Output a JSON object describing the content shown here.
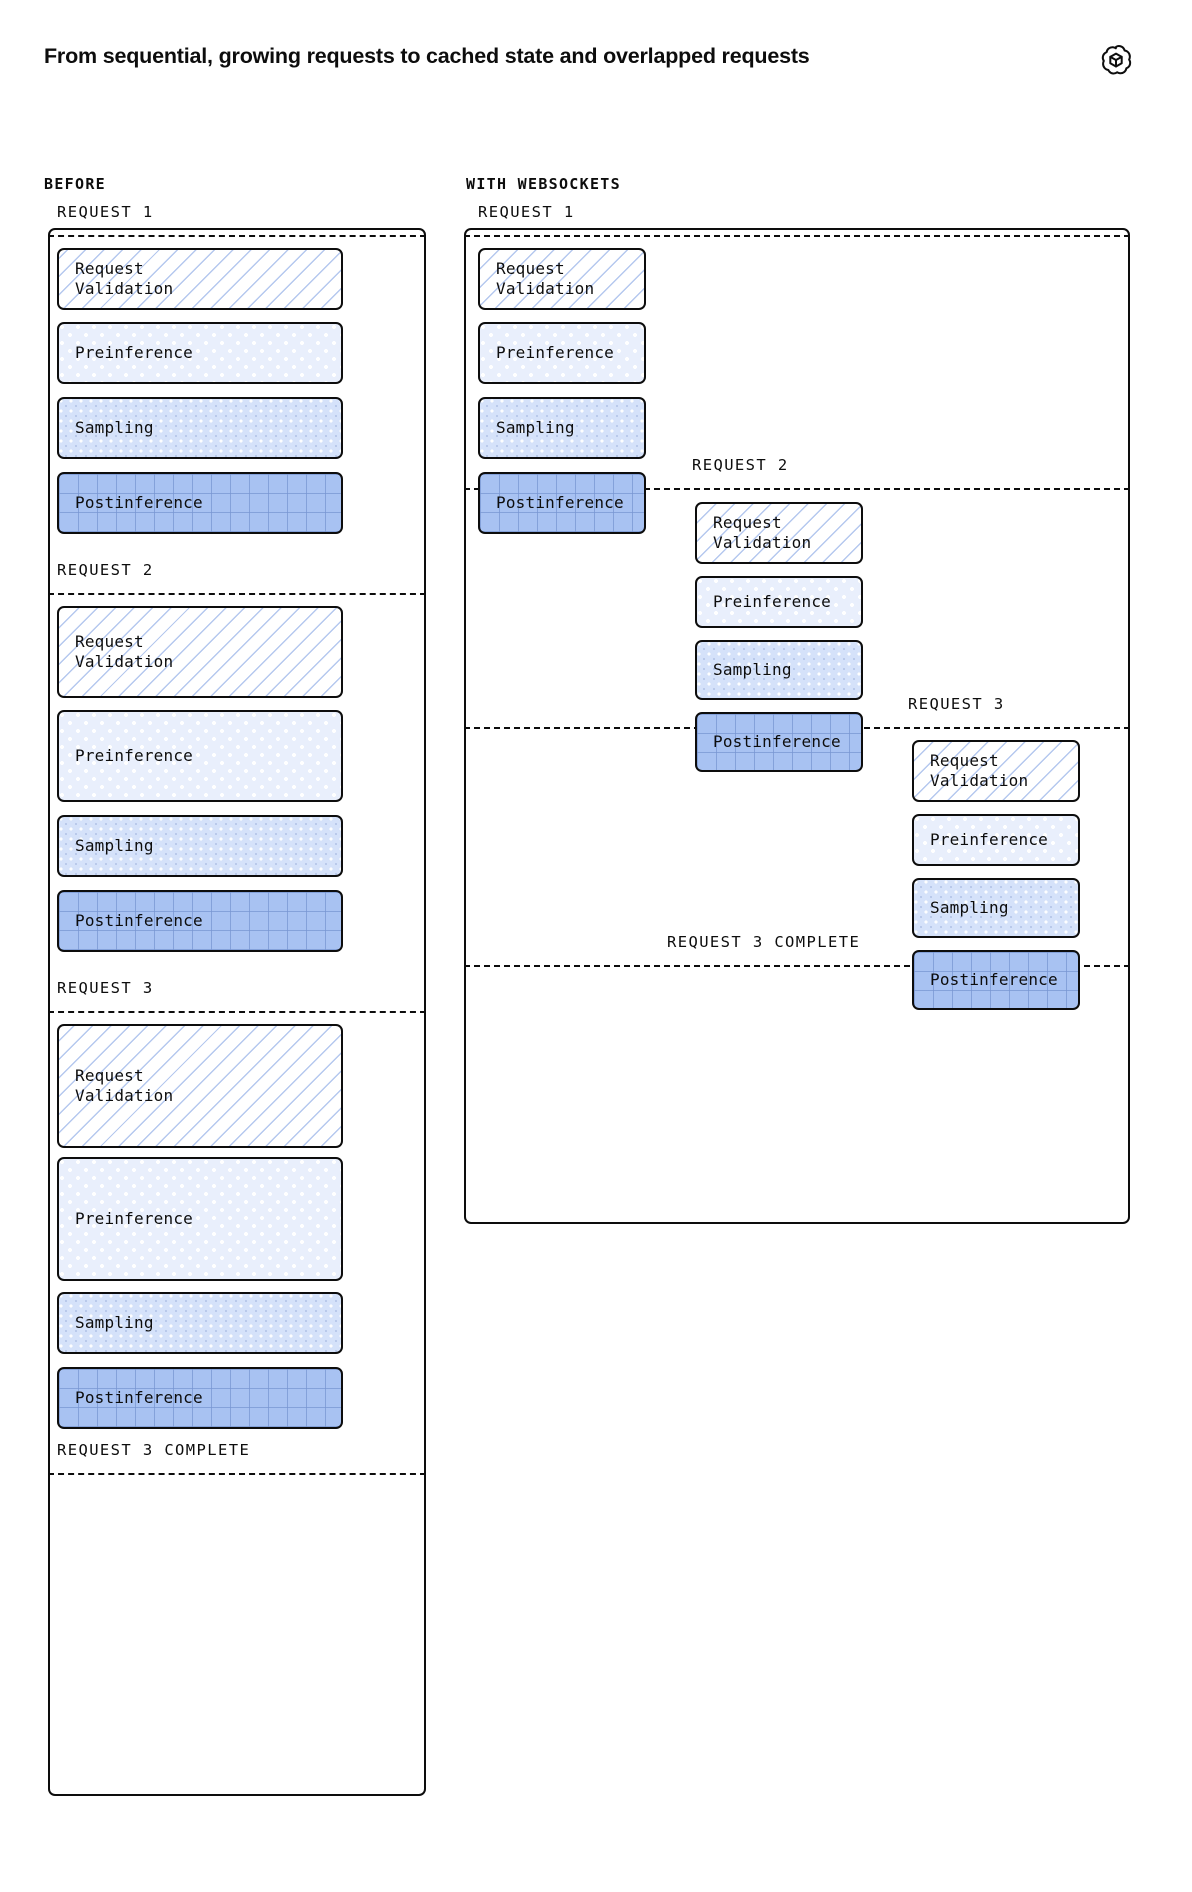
{
  "header": {
    "title": "From sequential, growing requests to cached state and overlapped requests",
    "logo_icon": "openai-logo-icon"
  },
  "columns": {
    "before": {
      "heading": "BEFORE"
    },
    "with_websockets": {
      "heading": "WITH WEBSOCKETS"
    }
  },
  "stage_labels": {
    "request_validation": "Request\nValidation",
    "preinference": "Preinference",
    "sampling": "Sampling",
    "postinference": "Postinference"
  },
  "divider_labels": {
    "request_1": "REQUEST 1",
    "request_2": "REQUEST 2",
    "request_3": "REQUEST 3",
    "request_3_complete": "REQUEST 3 COMPLETE"
  },
  "colors": {
    "ink": "#0d0d0d",
    "validation_hatch": "#789be1",
    "preinference_fill": "#e9effc",
    "sampling_fill": "#d5e2fa",
    "postinference_fill": "#a8c2f2"
  },
  "chart_data": {
    "type": "diagram",
    "title": "From sequential, growing requests to cached state and overlapped requests",
    "panels": [
      {
        "name": "BEFORE",
        "description": "Three requests run strictly one after another; each request's stages grow larger than the previous request's.",
        "requests": [
          {
            "label": "REQUEST 1",
            "stages": [
              {
                "name": "Request Validation",
                "duration_units": 1
              },
              {
                "name": "Preinference",
                "duration_units": 1
              },
              {
                "name": "Sampling",
                "duration_units": 1
              },
              {
                "name": "Postinference",
                "duration_units": 1
              }
            ]
          },
          {
            "label": "REQUEST 2",
            "stages": [
              {
                "name": "Request Validation",
                "duration_units": 2
              },
              {
                "name": "Preinference",
                "duration_units": 2
              },
              {
                "name": "Sampling",
                "duration_units": 1
              },
              {
                "name": "Postinference",
                "duration_units": 1
              }
            ]
          },
          {
            "label": "REQUEST 3",
            "stages": [
              {
                "name": "Request Validation",
                "duration_units": 3
              },
              {
                "name": "Preinference",
                "duration_units": 3
              },
              {
                "name": "Sampling",
                "duration_units": 1
              },
              {
                "name": "Postinference",
                "duration_units": 1
              }
            ]
          }
        ],
        "end_marker": "REQUEST 3 COMPLETE"
      },
      {
        "name": "WITH WEBSOCKETS",
        "description": "Requests overlap: each new request begins while the previous request's Postinference is still running; all stages are the same small size thanks to cached state.",
        "requests": [
          {
            "label": "REQUEST 1",
            "lane": 1,
            "stages": [
              {
                "name": "Request Validation",
                "duration_units": 1
              },
              {
                "name": "Preinference",
                "duration_units": 1
              },
              {
                "name": "Sampling",
                "duration_units": 1
              },
              {
                "name": "Postinference",
                "duration_units": 1
              }
            ]
          },
          {
            "label": "REQUEST 2",
            "lane": 2,
            "stages": [
              {
                "name": "Request Validation",
                "duration_units": 1
              },
              {
                "name": "Preinference",
                "duration_units": 1
              },
              {
                "name": "Sampling",
                "duration_units": 1
              },
              {
                "name": "Postinference",
                "duration_units": 1
              }
            ]
          },
          {
            "label": "REQUEST 3",
            "lane": 3,
            "stages": [
              {
                "name": "Request Validation",
                "duration_units": 1
              },
              {
                "name": "Preinference",
                "duration_units": 1
              },
              {
                "name": "Sampling",
                "duration_units": 1
              },
              {
                "name": "Postinference",
                "duration_units": 1
              }
            ]
          }
        ],
        "end_marker": "REQUEST 3 COMPLETE"
      }
    ],
    "legend": [
      {
        "stage": "Request Validation",
        "pattern": "diagonal-hatch",
        "fill": "#ffffff"
      },
      {
        "stage": "Preinference",
        "pattern": "plus-dots",
        "fill": "#e9effc"
      },
      {
        "stage": "Sampling",
        "pattern": "speckle-dots",
        "fill": "#d5e2fa"
      },
      {
        "stage": "Postinference",
        "pattern": "grid",
        "fill": "#a8c2f2"
      }
    ]
  }
}
